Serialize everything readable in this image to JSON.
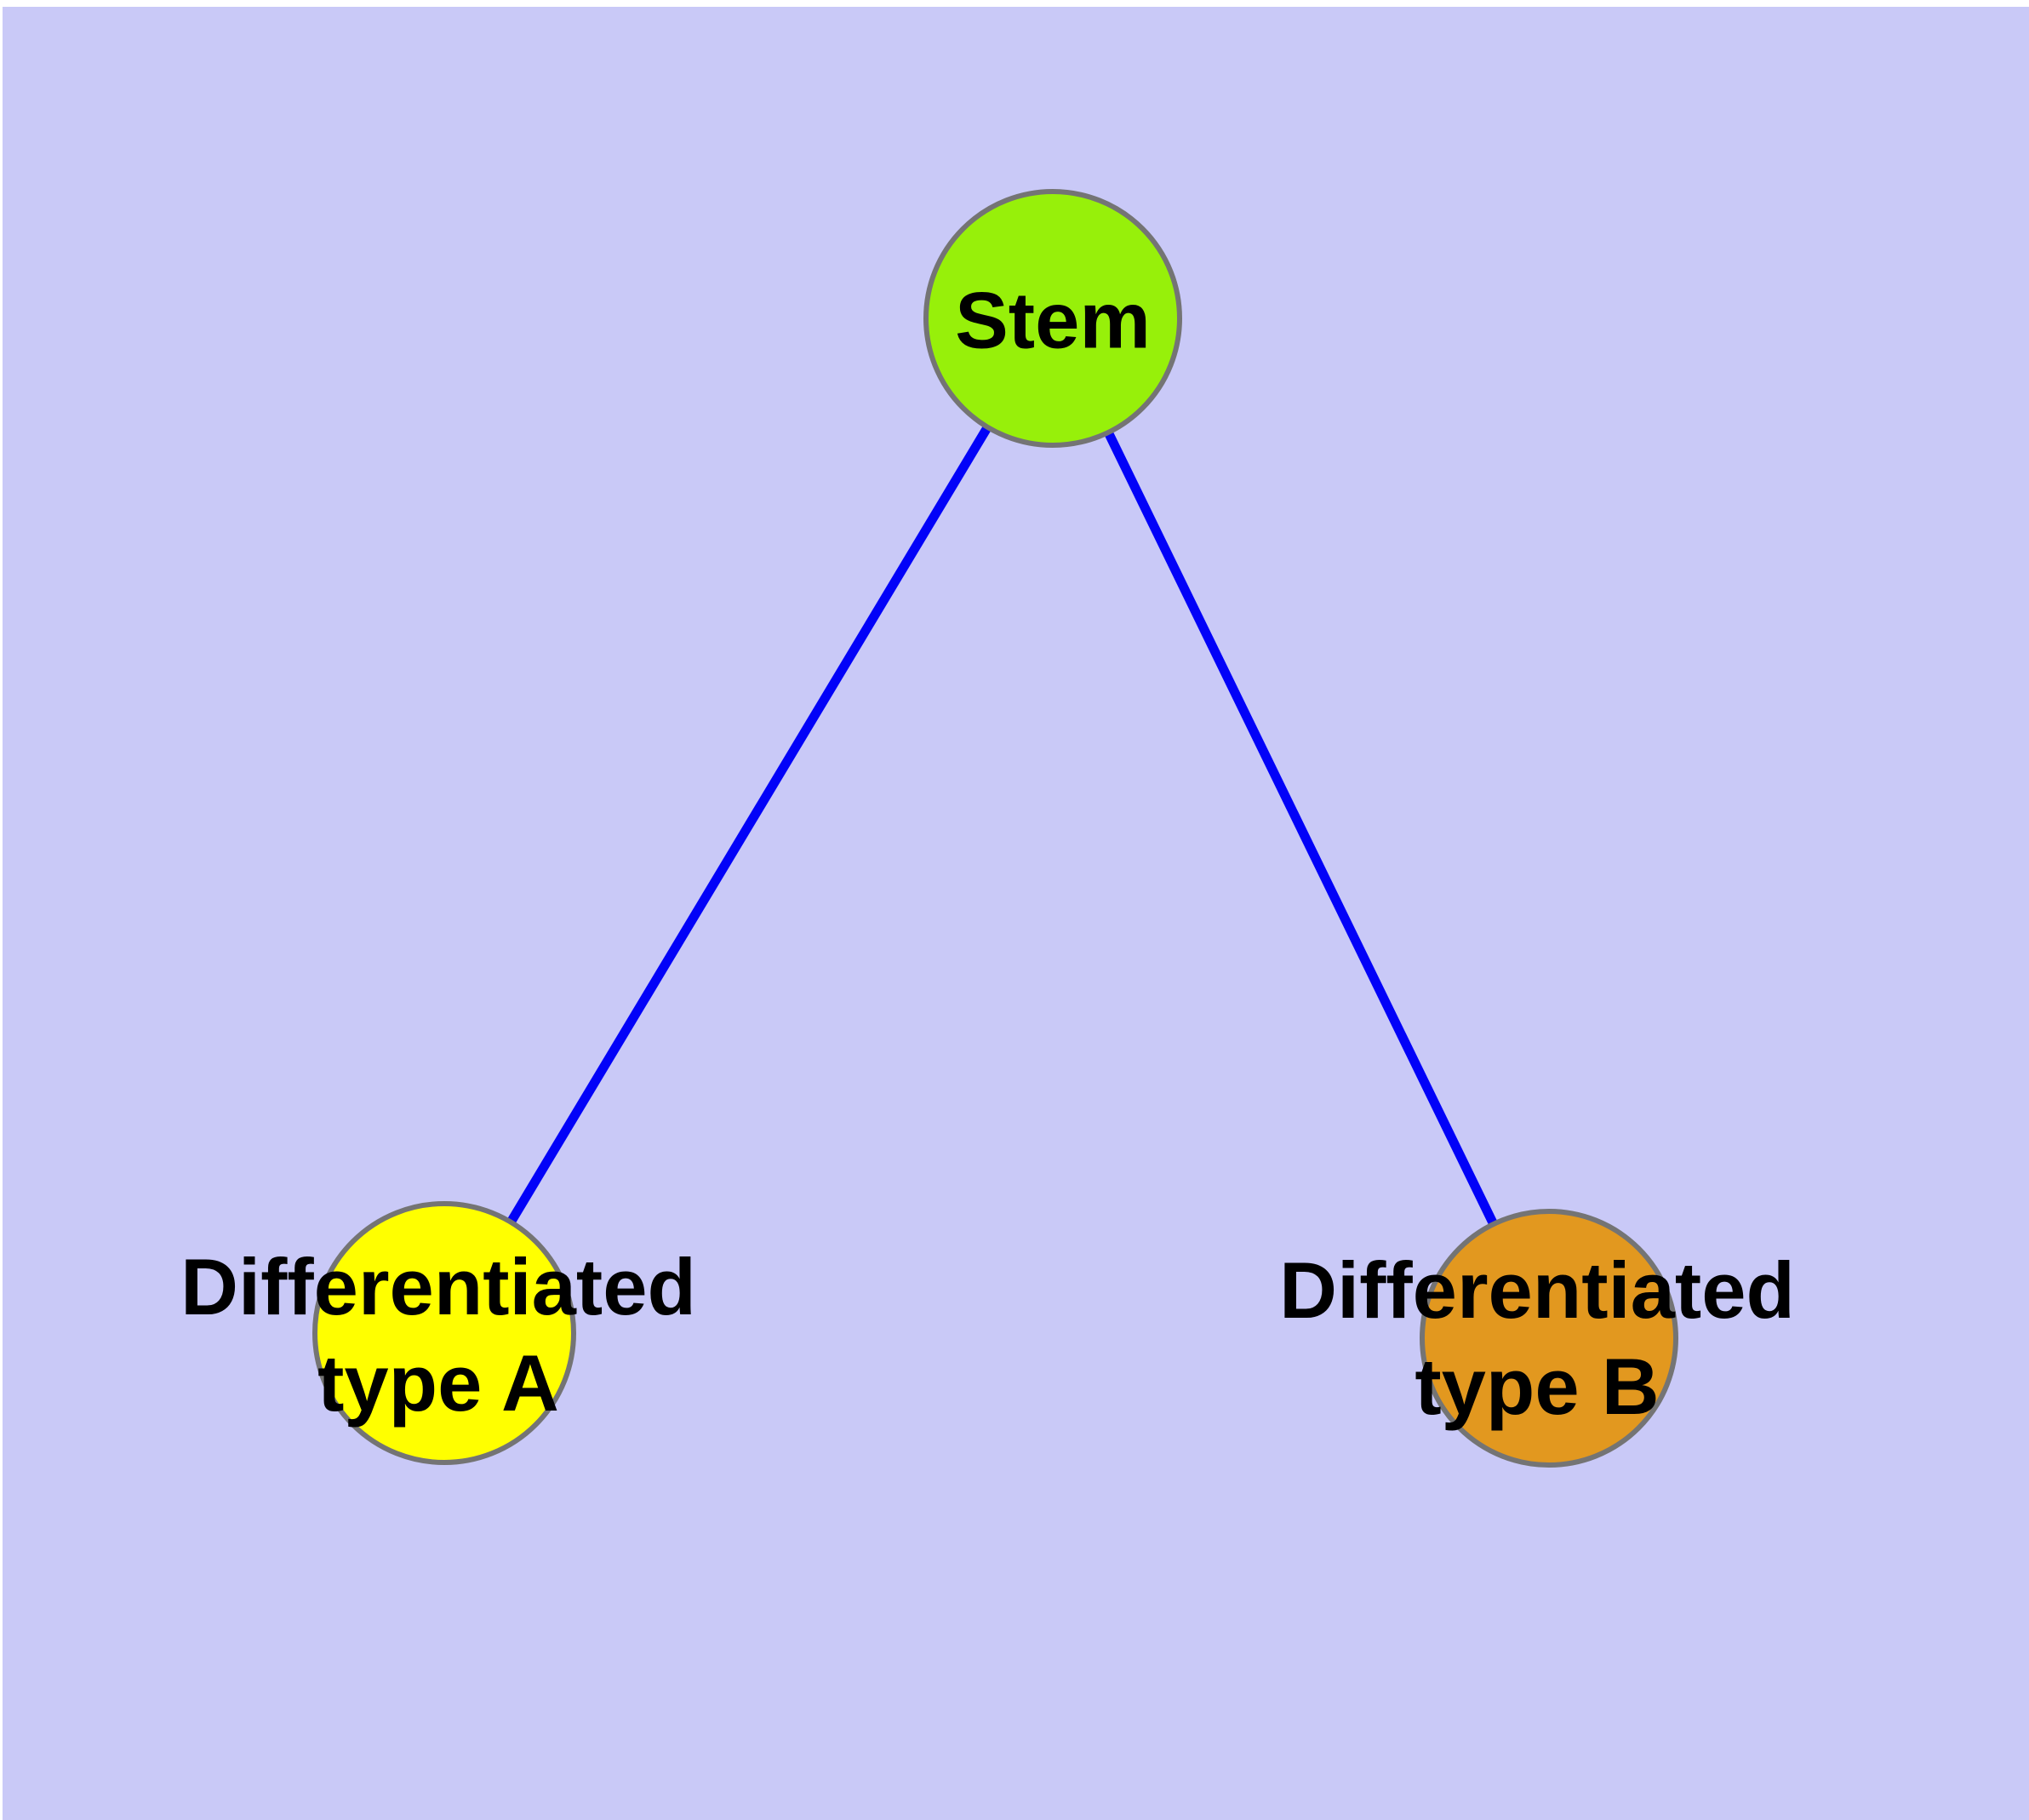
{
  "diagram": {
    "type": "graph",
    "background_color": "#C9C9F7",
    "window_margin_color": "#FFFFFF",
    "edge_color": "#0202F8",
    "node_border_color": "#747474",
    "label_color": "#000000",
    "nodes": [
      {
        "id": "stem",
        "label": "Stem",
        "fill": "#97F00A"
      },
      {
        "id": "type-a",
        "label_line1": "Differentiated",
        "label_line2": "type A",
        "fill": "#FFFF00"
      },
      {
        "id": "type-b",
        "label_line1": "Differentiated",
        "label_line2": "type B",
        "fill": "#E2981F"
      }
    ],
    "edges": [
      {
        "from": "stem",
        "to": "type-a"
      },
      {
        "from": "stem",
        "to": "type-b"
      }
    ]
  }
}
